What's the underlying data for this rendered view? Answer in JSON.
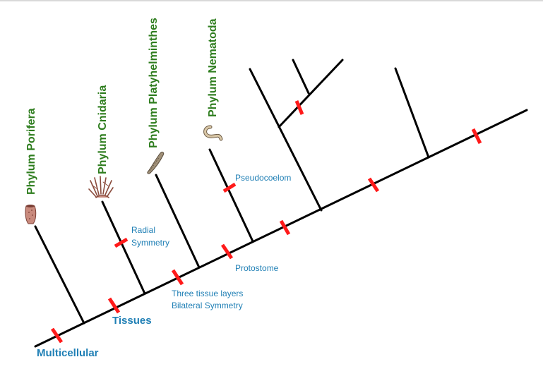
{
  "colors": {
    "branch": "#000000",
    "marker": "#ff1a1a",
    "phylum_label": "#2e7d1e",
    "trait_label": "#1f7fb5"
  },
  "phyla": [
    {
      "name": "Phylum Porifera",
      "icon": "sponge-icon"
    },
    {
      "name": "Phylum Cnidaria",
      "icon": "coral-icon"
    },
    {
      "name": "Phylum Platyhelminthes",
      "icon": "flatworm-icon"
    },
    {
      "name": "Phylum Nematoda",
      "icon": "roundworm-icon"
    }
  ],
  "traits": {
    "multicellular": "Multicellular",
    "tissues": "Tissues",
    "radial": "Radial",
    "symmetry": "Symmetry",
    "three_tissue_layers": "Three tissue layers",
    "bilateral_symmetry": "Bilateral Symmetry",
    "protostome": "Protostome",
    "pseudocoelom": "Pseudocoelom"
  }
}
